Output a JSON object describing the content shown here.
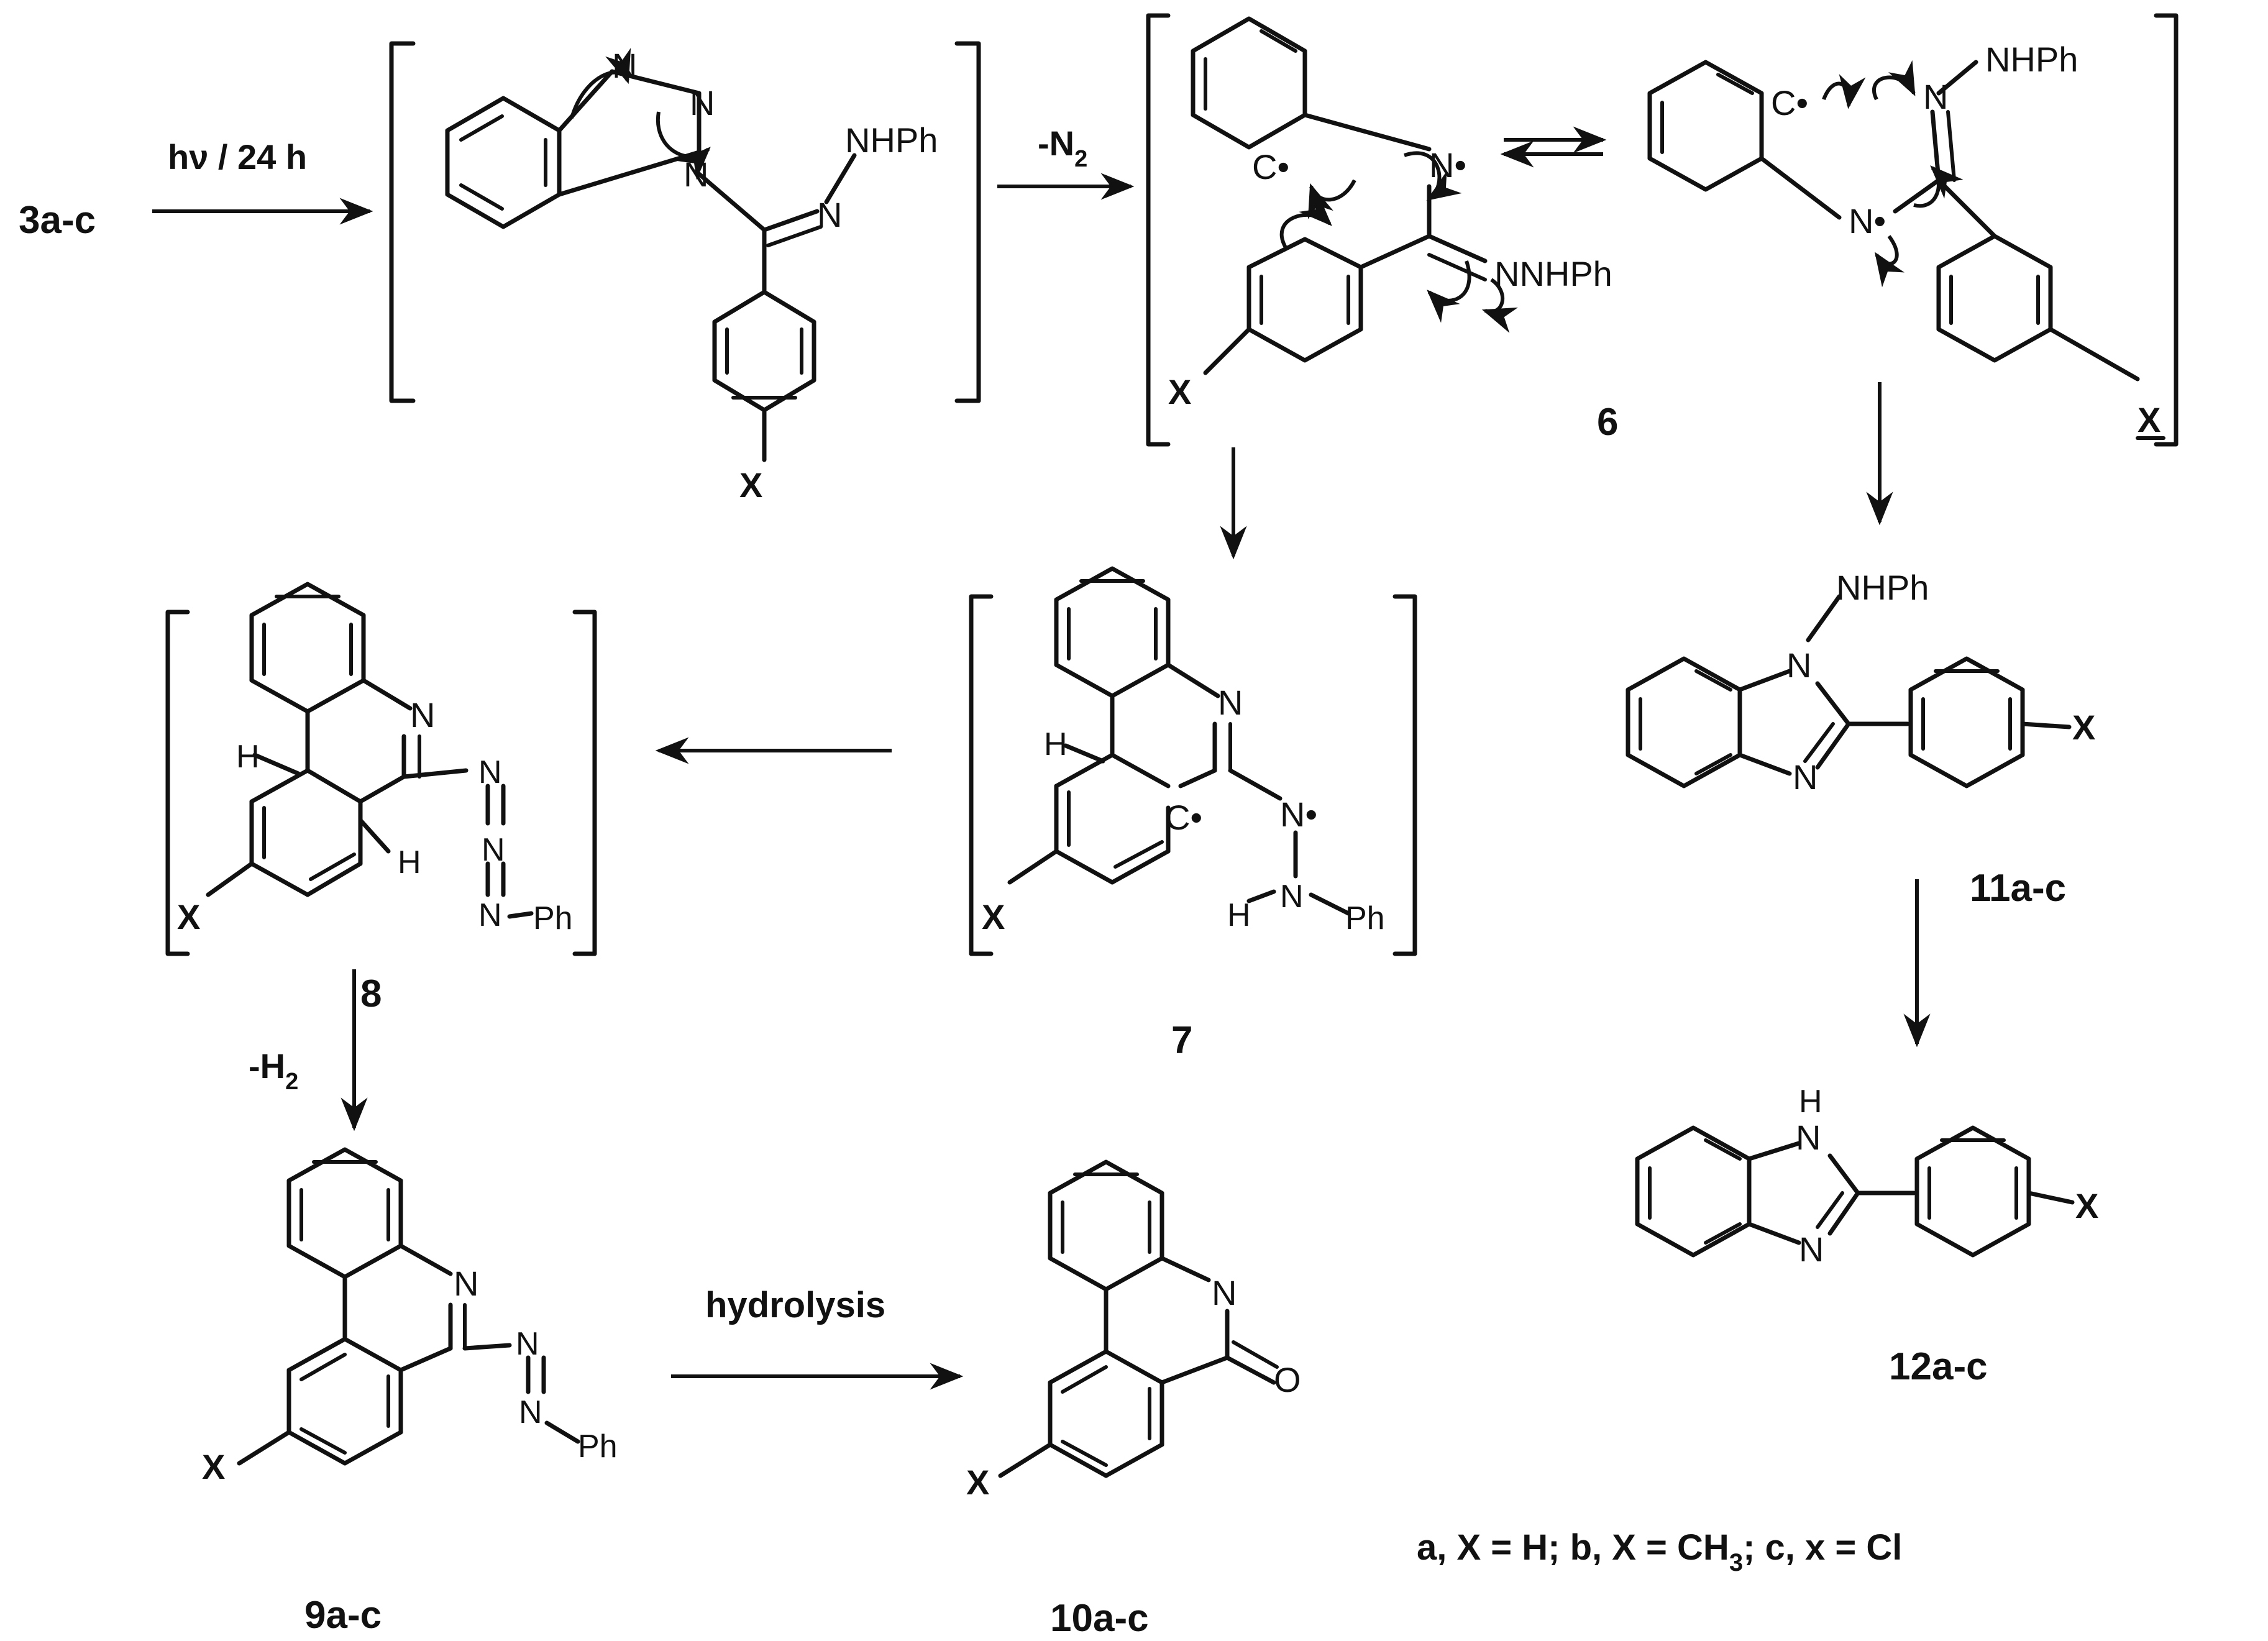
{
  "labels": {
    "start": "3a-c",
    "step1_condition": "hν / 24 h",
    "step2_condition": "-N",
    "step2_sub": "2",
    "intermediate_6": "6",
    "intermediate_7": "7",
    "intermediate_8": "8",
    "dehydrogenation": "-H",
    "dehydrogenation_sub": "2",
    "product_9": "9a-c",
    "hydrolysis": "hydrolysis",
    "product_10": "10a-c",
    "product_11": "11a-c",
    "product_12": "12a-c",
    "legend_a": "a, X = H; b, X = CH",
    "legend_sub": "3",
    "legend_c": "; c, x = Cl"
  },
  "atoms": {
    "x": "X",
    "n": "N",
    "nhph": "NHPh",
    "nnhph": "NNHPh",
    "ph": "Ph",
    "h": "H",
    "o": "O",
    "n_radical": "N•",
    "c_radical": "C•"
  }
}
